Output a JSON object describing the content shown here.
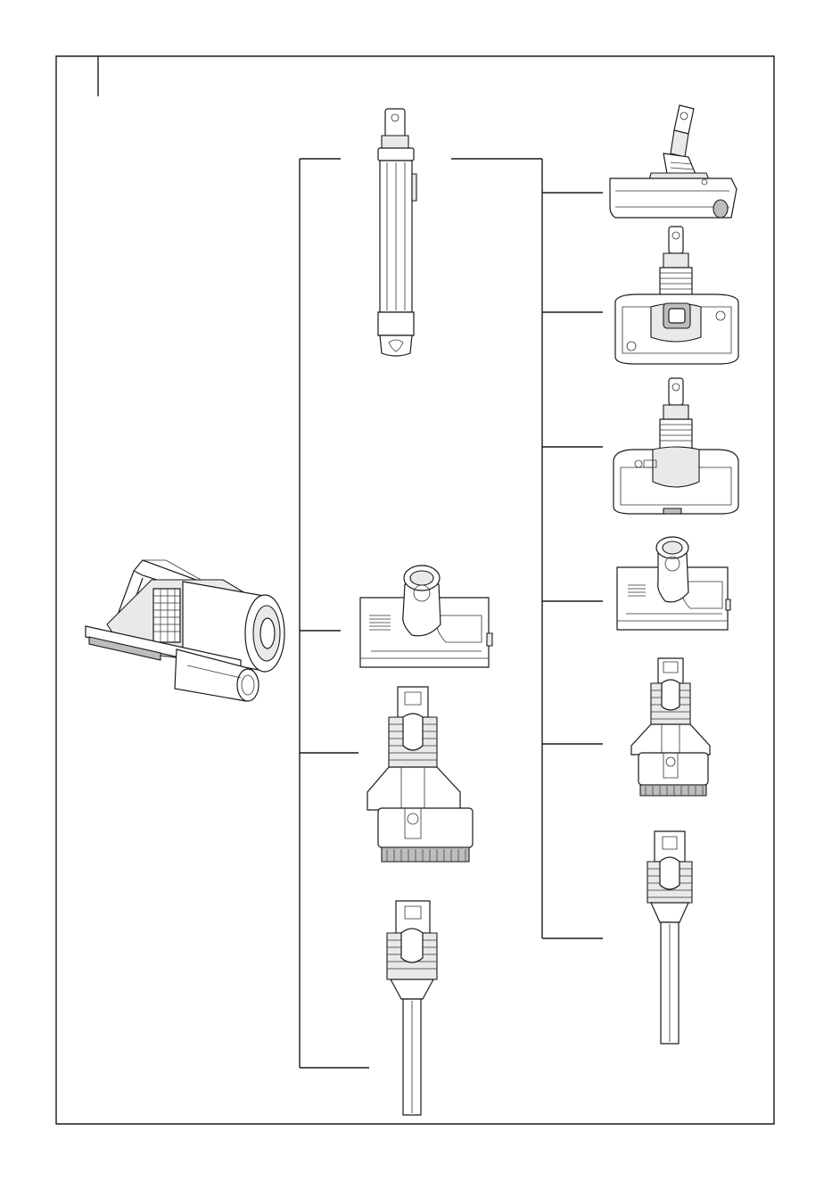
{
  "diagram": {
    "components": [
      {
        "id": "handheld-vacuum",
        "icon": "handheld-vacuum-icon"
      },
      {
        "id": "extension-tube",
        "icon": "extension-tube-icon"
      },
      {
        "id": "mini-motorized-brush",
        "icon": "mini-motorized-brush-icon"
      },
      {
        "id": "dusting-brush",
        "icon": "dusting-brush-icon"
      },
      {
        "id": "crevice-tool",
        "icon": "crevice-tool-icon"
      },
      {
        "id": "floor-brush-side",
        "icon": "floor-brush-icon"
      },
      {
        "id": "floor-brush-top-a",
        "icon": "floor-brush-top-icon"
      },
      {
        "id": "floor-brush-top-b",
        "icon": "floor-brush-top-icon"
      },
      {
        "id": "mini-motorized-brush-right",
        "icon": "mini-motorized-brush-icon"
      },
      {
        "id": "dusting-brush-right",
        "icon": "dusting-brush-icon"
      },
      {
        "id": "crevice-tool-right",
        "icon": "crevice-tool-icon"
      }
    ],
    "colors": {
      "line": "#1a1a1a",
      "fill": "#ffffff",
      "shade": "#bdbdbd"
    }
  }
}
